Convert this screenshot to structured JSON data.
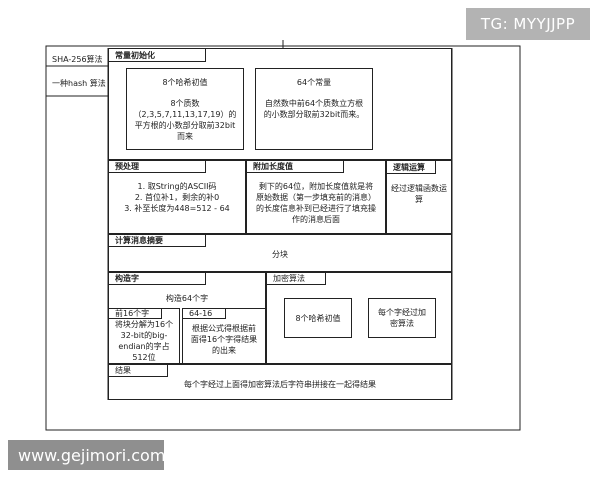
{
  "watermarks": {
    "top_right": "TG: MYYJJPP",
    "bottom_left": "www.gejimori.com"
  },
  "sidebar": {
    "title": "SHA-256算法",
    "subtitle": "一种hash 算法"
  },
  "init": {
    "header": "常量初始化",
    "hash_title": "8个哈希初值",
    "hash_desc": "8个质数（2,3,5,7,11,13,17,19）的平方根的小数部分取前32bit而来",
    "const_title": "64个常量",
    "const_desc": "自然数中前64个质数立方根的小数部分取前32bit而来。"
  },
  "preprocess": {
    "header": "预处理",
    "line1": "1. 取String的ASCII码",
    "line2": "2. 首位补1，剩余的补0",
    "line3": "3. 补至长度为448=512 - 64"
  },
  "append": {
    "header": "附加长度值",
    "desc": "剩下的64位，附加长度值就是将原始数据（第一步填充前的消息）的长度信息补到已经进行了填充操作的消息后面"
  },
  "logic": {
    "header": "逻辑运算",
    "desc": "经过逻辑函数运算"
  },
  "digest": {
    "header": "计算消息摘要",
    "desc": "分块"
  },
  "word": {
    "header": "构造字",
    "desc": "构造64个字",
    "first16_header": "前16个字",
    "first16_desc": "将块分解为16个32-bit的big-endian的字占512位",
    "rest_header": "64-16",
    "rest_desc": "根据公式得根据前面得16个字得结果的出来"
  },
  "encrypt": {
    "header": "加密算法",
    "node1": "8个哈希初值",
    "node2": "每个字经过加密算法"
  },
  "result": {
    "header": "结果",
    "desc": "每个字经过上面得加密算法后字符串拼接在一起得结果"
  }
}
